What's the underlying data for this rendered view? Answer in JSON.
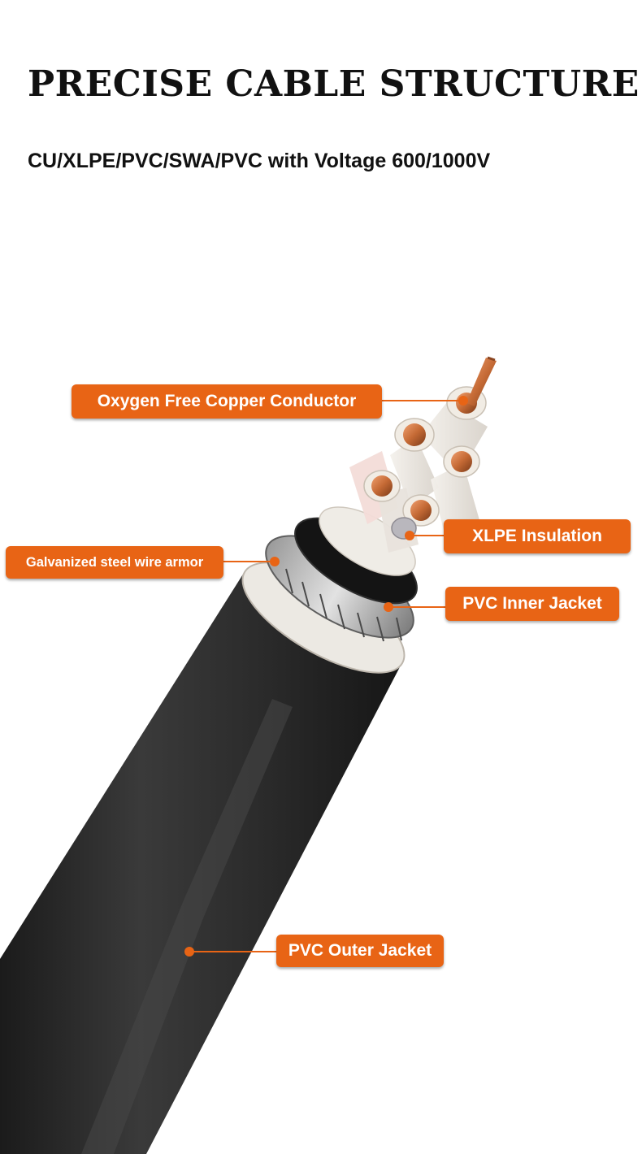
{
  "header": {
    "title": "PRECISE CABLE STRUCTURE",
    "subtitle": "CU/XLPE/PVC/SWA/PVC with Voltage 600/1000V"
  },
  "callouts": {
    "conductor": "Oxygen Free Copper Conductor",
    "insulation": "XLPE Insulation",
    "armor": "Galvanized steel wire armor",
    "inner_jacket": "PVC Inner Jacket",
    "outer_jacket": "PVC Outer Jacket"
  },
  "colors": {
    "callout_background": "#e86415",
    "callout_text": "#ffffff",
    "outer_jacket": "#2a2a2a",
    "copper": "#c56a35"
  }
}
